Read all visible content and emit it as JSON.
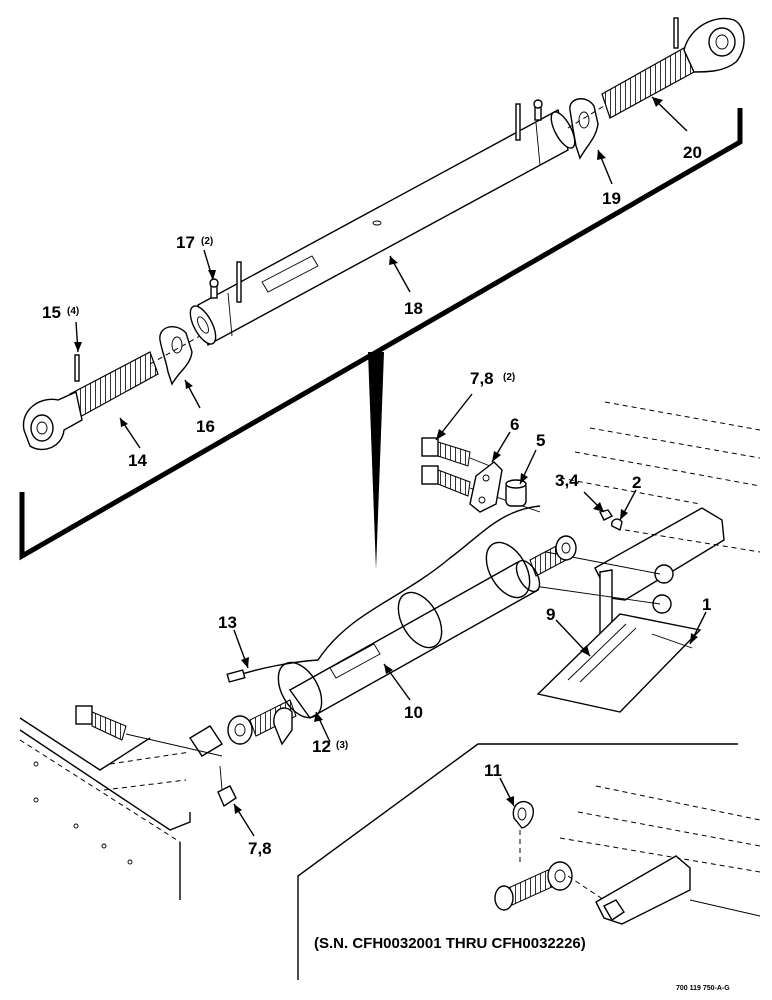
{
  "diagram": {
    "serial_note": "(S.N. CFH0032001 THRU CFH0032226)",
    "drawing_code": "700 119 750-A-G",
    "callouts": [
      {
        "id": "c1",
        "number": "1",
        "qty": ""
      },
      {
        "id": "c2",
        "number": "2",
        "qty": ""
      },
      {
        "id": "c34",
        "number": "3,4",
        "qty": ""
      },
      {
        "id": "c5",
        "number": "5",
        "qty": ""
      },
      {
        "id": "c6",
        "number": "6",
        "qty": ""
      },
      {
        "id": "c78top",
        "number": "7,8",
        "qty": "(2)"
      },
      {
        "id": "c78bot",
        "number": "7,8",
        "qty": ""
      },
      {
        "id": "c9",
        "number": "9",
        "qty": ""
      },
      {
        "id": "c10",
        "number": "10",
        "qty": ""
      },
      {
        "id": "c11",
        "number": "11",
        "qty": ""
      },
      {
        "id": "c12",
        "number": "12",
        "qty": "(3)"
      },
      {
        "id": "c13",
        "number": "13",
        "qty": ""
      },
      {
        "id": "c14",
        "number": "14",
        "qty": ""
      },
      {
        "id": "c15",
        "number": "15",
        "qty": "(4)"
      },
      {
        "id": "c16",
        "number": "16",
        "qty": ""
      },
      {
        "id": "c17",
        "number": "17",
        "qty": "(2)"
      },
      {
        "id": "c18",
        "number": "18",
        "qty": ""
      },
      {
        "id": "c19",
        "number": "19",
        "qty": ""
      },
      {
        "id": "c20",
        "number": "20",
        "qty": ""
      }
    ]
  }
}
